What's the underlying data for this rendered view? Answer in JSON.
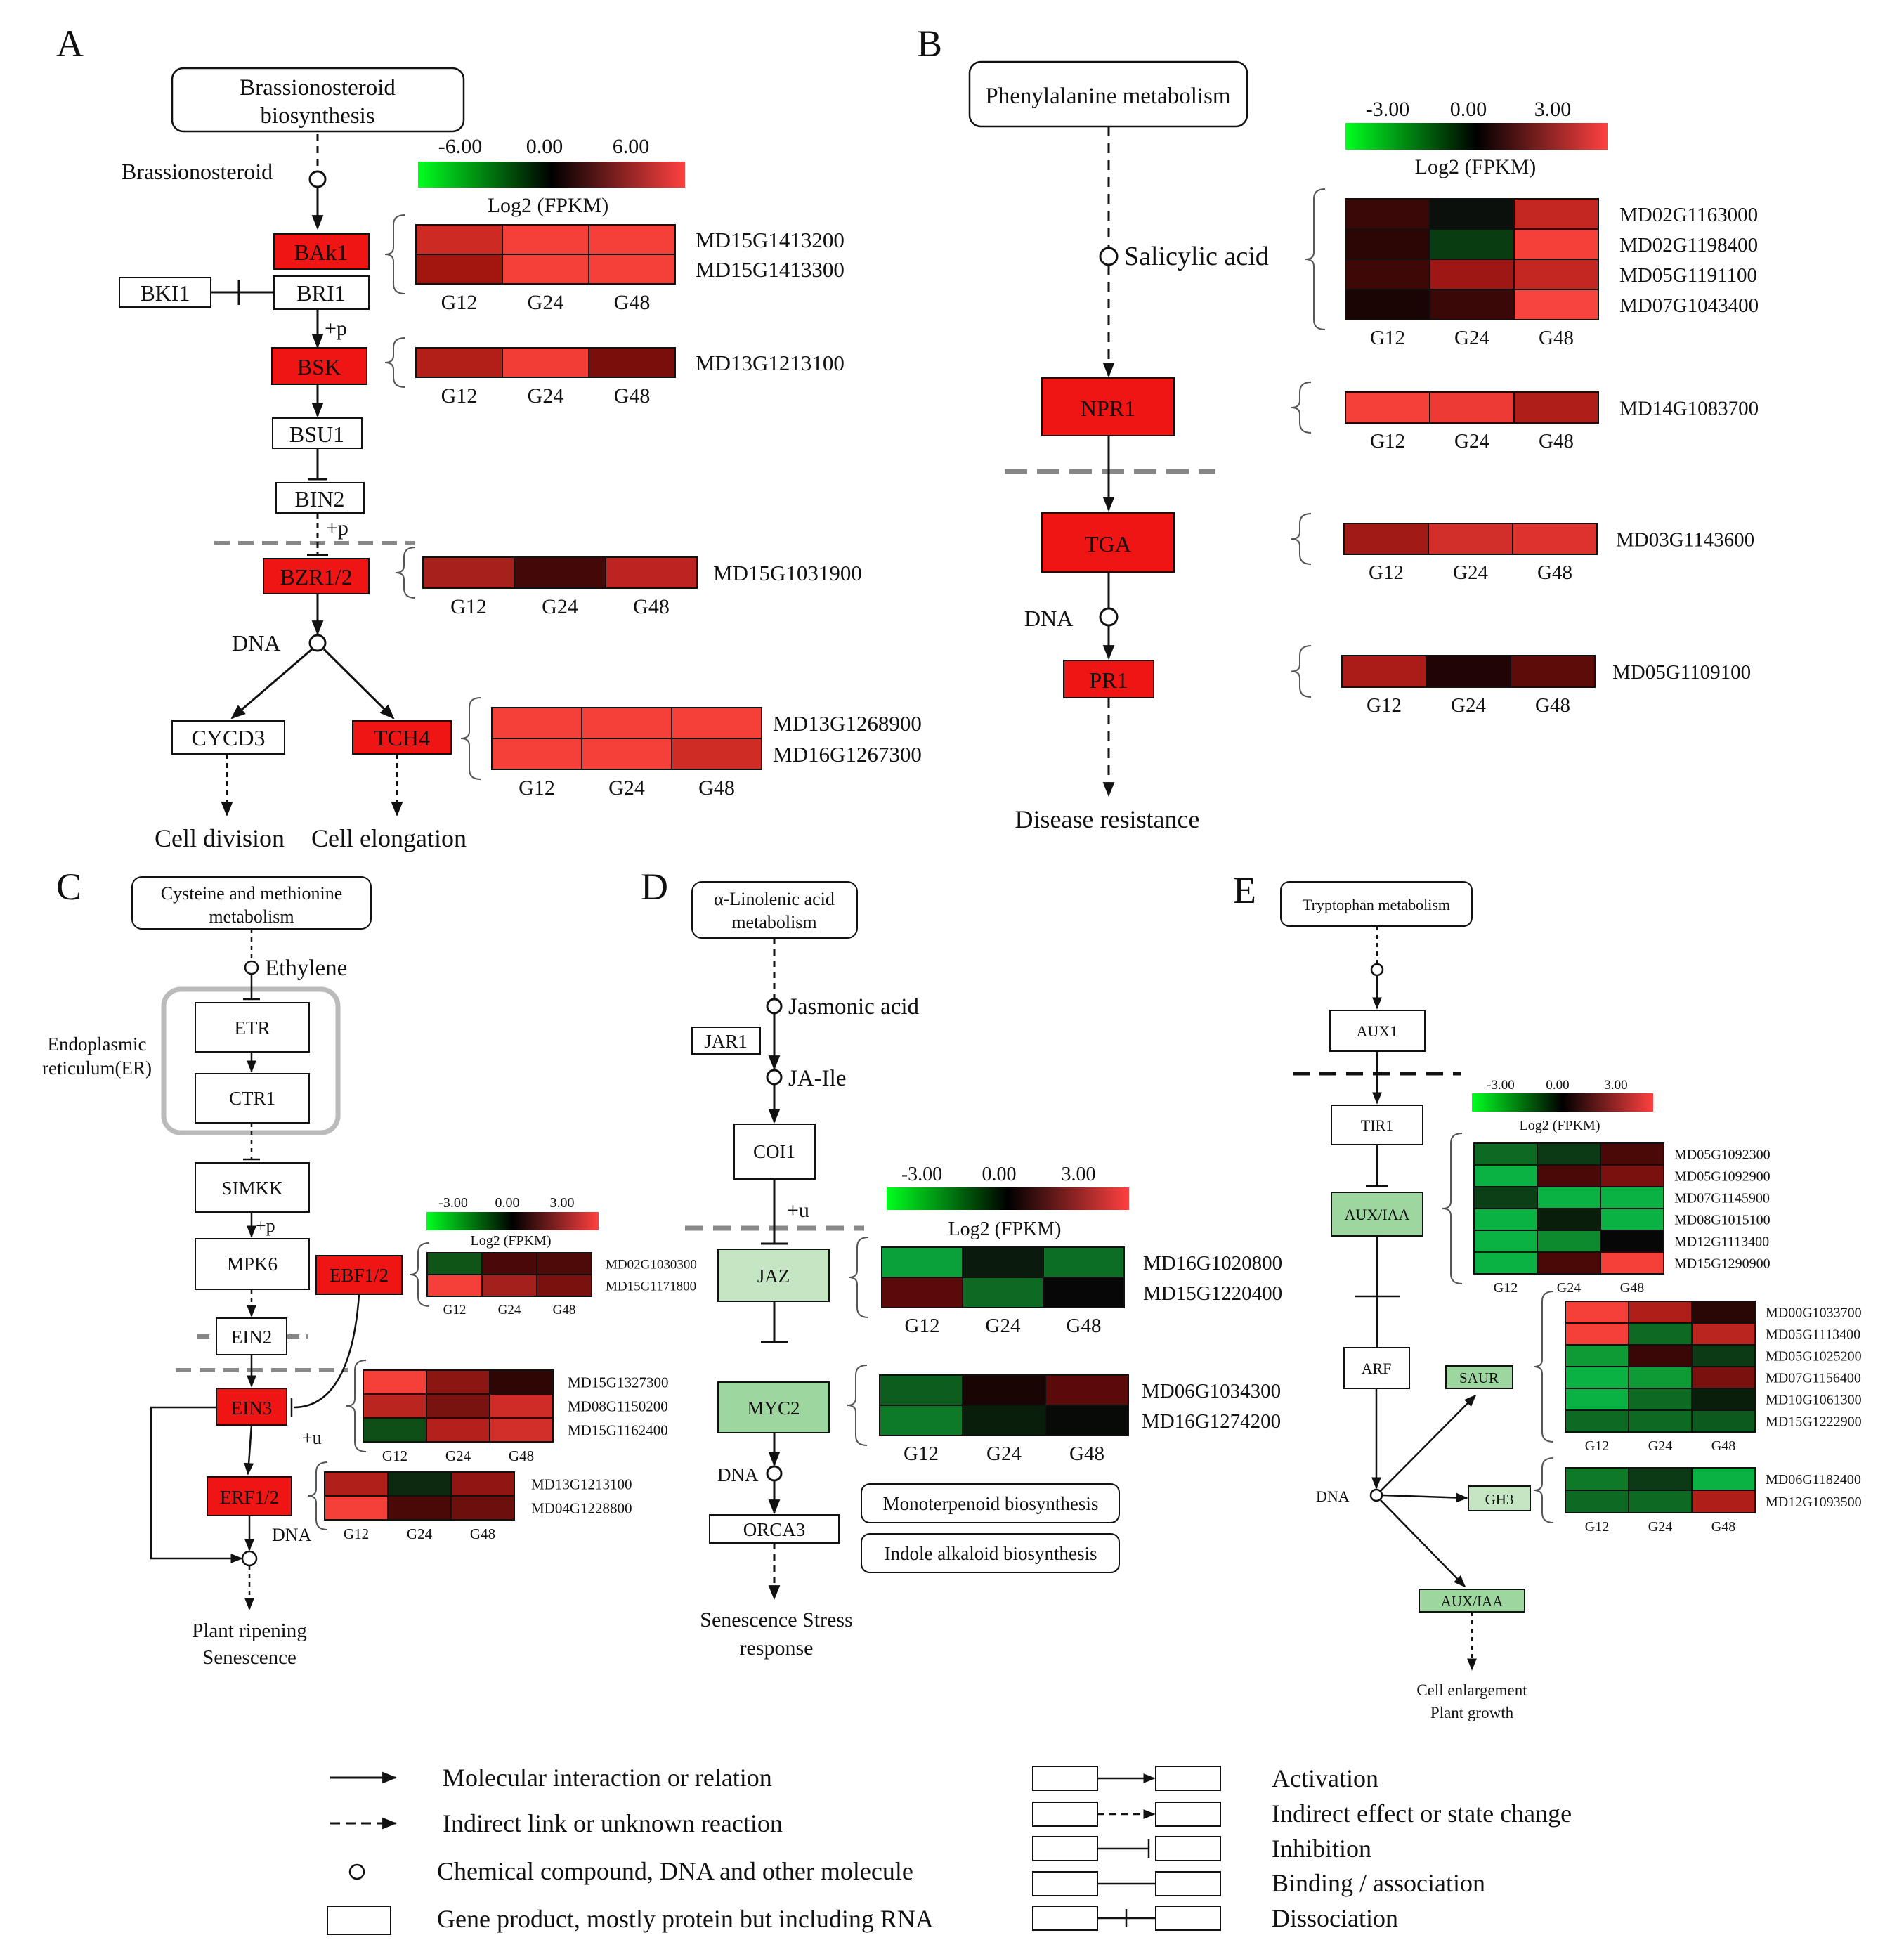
{
  "panels": {
    "A": {
      "label": "A",
      "source": "Brassionosteroid biosynthesis",
      "compound": "Brassionosteroid",
      "nodes": {
        "bak1": "BAk1",
        "bki1": "BKI1",
        "bri1": "BRI1",
        "bsk": "BSK",
        "bsu1": "BSU1",
        "bin2": "BIN2",
        "bzr": "BZR1/2",
        "cycd3": "CYCD3",
        "tch4": "TCH4"
      },
      "mod_p1": "+p",
      "mod_p2": "+p",
      "dna": "DNA",
      "out1": "Cell division",
      "out2": "Cell elongation",
      "scale": {
        "ticks": [
          "-6.00",
          "0.00",
          "6.00"
        ],
        "title": "Log2 (FPKM)"
      }
    },
    "B": {
      "label": "B",
      "source": "Phenylalanine metabolism",
      "compound": "Salicylic acid",
      "nodes": {
        "npr1": "NPR1",
        "tga": "TGA",
        "pr1": "PR1"
      },
      "dna": "DNA",
      "out1": "Disease resistance",
      "scale": {
        "ticks": [
          "-3.00",
          "0.00",
          "3.00"
        ],
        "title": "Log2 (FPKM)"
      }
    },
    "C": {
      "label": "C",
      "source": "Cysteine and methionine metabolism",
      "compound": "Ethylene",
      "er_label": "Endoplasmic reticulum(ER)",
      "nodes": {
        "etr": "ETR",
        "ctr1": "CTR1",
        "simkk": "SIMKK",
        "mpk6": "MPK6",
        "ebf": "EBF1/2",
        "ein2": "EIN2",
        "ein3": "EIN3",
        "erf": "ERF1/2"
      },
      "mod_p": "+p",
      "mod_u": "+u",
      "dna": "DNA",
      "out1": "Plant ripening",
      "out2": "Senescence",
      "scale": {
        "ticks": [
          "-3.00",
          "0.00",
          "3.00"
        ],
        "title": "Log2 (FPKM)"
      }
    },
    "D": {
      "label": "D",
      "source": "α-Linolenic acid metabolism",
      "compound1": "Jasmonic acid",
      "compound2": "JA-Ile",
      "nodes": {
        "jar1": "JAR1",
        "coi1": "COI1",
        "jaz": "JAZ",
        "myc2": "MYC2",
        "orca3": "ORCA3"
      },
      "mod_u": "+u",
      "dna": "DNA",
      "out_box1": "Monoterpenoid biosynthesis",
      "out_box2": "Indole alkaloid biosynthesis",
      "out1": "Senescence Stress",
      "out2": "response",
      "scale": {
        "ticks": [
          "-3.00",
          "0.00",
          "3.00"
        ],
        "title": "Log2 (FPKM)"
      }
    },
    "E": {
      "label": "E",
      "source": "Tryptophan metabolism",
      "nodes": {
        "aux1": "AUX1",
        "tir1": "TIR1",
        "auxiaa": "AUX/IAA",
        "arf": "ARF",
        "saur": "SAUR",
        "gh3": "GH3",
        "auxiaa2": "AUX/IAA"
      },
      "dna": "DNA",
      "out1": "Cell enlargement",
      "out2": "Plant growth",
      "scale": {
        "ticks": [
          "-3.00",
          "0.00",
          "3.00"
        ],
        "title": "Log2 (FPKM)"
      }
    }
  },
  "heatmap_columns": [
    "G12",
    "G24",
    "G48"
  ],
  "heatmaps": [
    {
      "genes": [
        "MD15G1413200",
        "MD15G1413300"
      ],
      "colors": [
        [
          "#cd2a24",
          "#f5403a",
          "#f5403a"
        ],
        [
          "#a3150f",
          "#f5403a",
          "#f5403a"
        ]
      ]
    },
    {
      "genes": [
        "MD13G1213100"
      ],
      "colors": [
        [
          "#b21f19",
          "#f23d37",
          "#7a0e0b"
        ]
      ]
    },
    {
      "genes": [
        "MD15G1031900"
      ],
      "colors": [
        [
          "#a6201c",
          "#430807",
          "#bb2420"
        ]
      ]
    },
    {
      "genes": [
        "MD13G1268900",
        "MD16G1267300"
      ],
      "colors": [
        [
          "#f5403a",
          "#f5403a",
          "#f5403a"
        ],
        [
          "#f5403a",
          "#f5403a",
          "#cf2c26"
        ]
      ]
    },
    {
      "genes": [
        "MD02G1163000",
        "MD02G1198400",
        "MD05G1191100",
        "MD07G1043400"
      ],
      "colors": [
        [
          "#3a0806",
          "#0c100c",
          "#c42621"
        ],
        [
          "#2b0605",
          "#0a3c12",
          "#f5403a"
        ],
        [
          "#3e0807",
          "#9d1814",
          "#c42621"
        ],
        [
          "#1a0504",
          "#3a0806",
          "#f7443e"
        ]
      ]
    },
    {
      "genes": [
        "MD14G1083700"
      ],
      "colors": [
        [
          "#f5403a",
          "#ed3a34",
          "#b01e1a"
        ]
      ]
    },
    {
      "genes": [
        "MD03G1143600"
      ],
      "colors": [
        [
          "#a01a16",
          "#d22f2a",
          "#dd332d"
        ]
      ]
    },
    {
      "genes": [
        "MD05G1109100"
      ],
      "colors": [
        [
          "#ab1c18",
          "#200504",
          "#5d0c0a"
        ]
      ]
    },
    {
      "genes": [
        "MD02G1030300",
        "MD15G1171800"
      ],
      "colors": [
        [
          "#0f5518",
          "#4a0908",
          "#4d0a08"
        ],
        [
          "#f5403a",
          "#a3201c",
          "#7a110e"
        ]
      ]
    },
    {
      "genes": [
        "MD15G1327300",
        "MD08G1150200",
        "MD15G1162400"
      ],
      "colors": [
        [
          "#f5403a",
          "#8c1712",
          "#300605"
        ],
        [
          "#bb2520",
          "#791310",
          "#cf2c27"
        ],
        [
          "#0d4f16",
          "#b4211d",
          "#d22f2a"
        ]
      ]
    },
    {
      "genes": [
        "MD13G1213100",
        "MD04G1228800"
      ],
      "colors": [
        [
          "#b11f1b",
          "#0d2a10",
          "#911612"
        ],
        [
          "#f5403a",
          "#4a0907",
          "#6d0f0c"
        ]
      ]
    },
    {
      "genes": [
        "MD16G1020800",
        "MD15G1220400"
      ],
      "colors": [
        [
          "#0aa03a",
          "#0a1a0c",
          "#0c6e24"
        ],
        [
          "#5a0b09",
          "#0d6a22",
          "#070707"
        ]
      ]
    },
    {
      "genes": [
        "MD06G1034300",
        "MD16G1274200"
      ],
      "colors": [
        [
          "#0d5d1e",
          "#1a0505",
          "#5a0b09"
        ],
        [
          "#0d7a28",
          "#0a1e0c",
          "#070a07"
        ]
      ]
    },
    {
      "genes": [
        "MD05G1092300",
        "MD05G1092900",
        "MD07G1145900",
        "MD08G1015100",
        "MD12G1113400",
        "MD15G1290900"
      ],
      "colors": [
        [
          "#0c6a23",
          "#0c3a14",
          "#4a0907"
        ],
        [
          "#0ab244",
          "#4a0907",
          "#7a110e"
        ],
        [
          "#0b3f16",
          "#0ab244",
          "#0ab244"
        ],
        [
          "#0ab244",
          "#0a1e0c",
          "#0ab244"
        ],
        [
          "#0ab244",
          "#0e8a2e",
          "#070707"
        ],
        [
          "#0ab244",
          "#4a0907",
          "#f5403a"
        ]
      ]
    },
    {
      "genes": [
        "MD00G1033700",
        "MD05G1113400",
        "MD05G1025200",
        "MD07G1156400",
        "MD10G1061300",
        "MD15G1222900"
      ],
      "colors": [
        [
          "#f5403a",
          "#b01e1a",
          "#2a0605"
        ],
        [
          "#f5403a",
          "#0c6a23",
          "#bb2520"
        ],
        [
          "#0e9a35",
          "#3a0706",
          "#0c3a14"
        ],
        [
          "#0ab244",
          "#0e9a35",
          "#7a110e"
        ],
        [
          "#0ab244",
          "#0c6a23",
          "#0a1e0c"
        ],
        [
          "#0c6a23",
          "#0c6a23",
          "#0c5a1e"
        ]
      ]
    },
    {
      "genes": [
        "MD06G1182400",
        "MD12G1093500"
      ],
      "colors": [
        [
          "#0e7a28",
          "#0c3a14",
          "#0ab244"
        ],
        [
          "#0c6a23",
          "#0c6a23",
          "#b01e1a"
        ]
      ]
    }
  ],
  "legend": {
    "left": [
      "Molecular interaction or relation",
      "Indirect link or unknown reaction",
      "Chemical compound, DNA and other molecule",
      "Gene product, mostly protein but including RNA"
    ],
    "right": [
      "Activation",
      "Indirect effect or state change",
      "Inhibition",
      "Binding / association",
      "Dissociation"
    ]
  },
  "colors": {
    "red_node": "#f01515",
    "green_node": "#9ed6a0",
    "grey": "#888888",
    "ramp_green": "#00ff20",
    "ramp_black": "#000000",
    "ramp_red": "#ff4040"
  }
}
